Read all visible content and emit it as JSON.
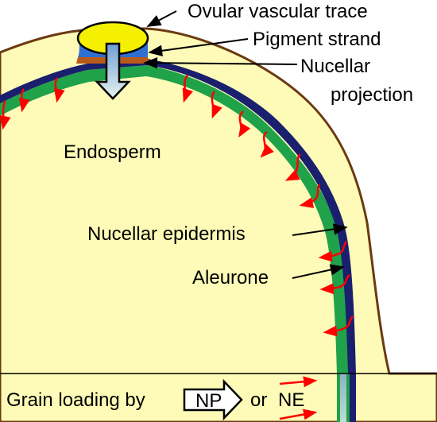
{
  "labels": {
    "ovular_vascular_trace": "Ovular vascular trace",
    "pigment_strand": "Pigment strand",
    "nucellar_projection_line1": "Nucellar",
    "nucellar_projection_line2": "projection",
    "endosperm": "Endosperm",
    "nucellar_epidermis": "Nucellar epidermis",
    "aleurone": "Aleurone"
  },
  "legend": {
    "prefix": "Grain loading by",
    "np_label": "NP",
    "or_text": "or",
    "ne_label": "NE"
  },
  "colors": {
    "grain_fill": "#fdfbb7",
    "grain_outline": "#6b3a12",
    "nucellar_epidermis": "#1a1f6e",
    "aleurone": "#1fa24a",
    "vascular_trace": "#f5f000",
    "pigment_strand": "#2f6fd0",
    "nucellar_projection": "#b85a1a",
    "flow_arrow": "#ff0000",
    "np_arrow_gradient_top": "#2f6fd0",
    "np_arrow_gradient_bottom": "#ffffff"
  }
}
